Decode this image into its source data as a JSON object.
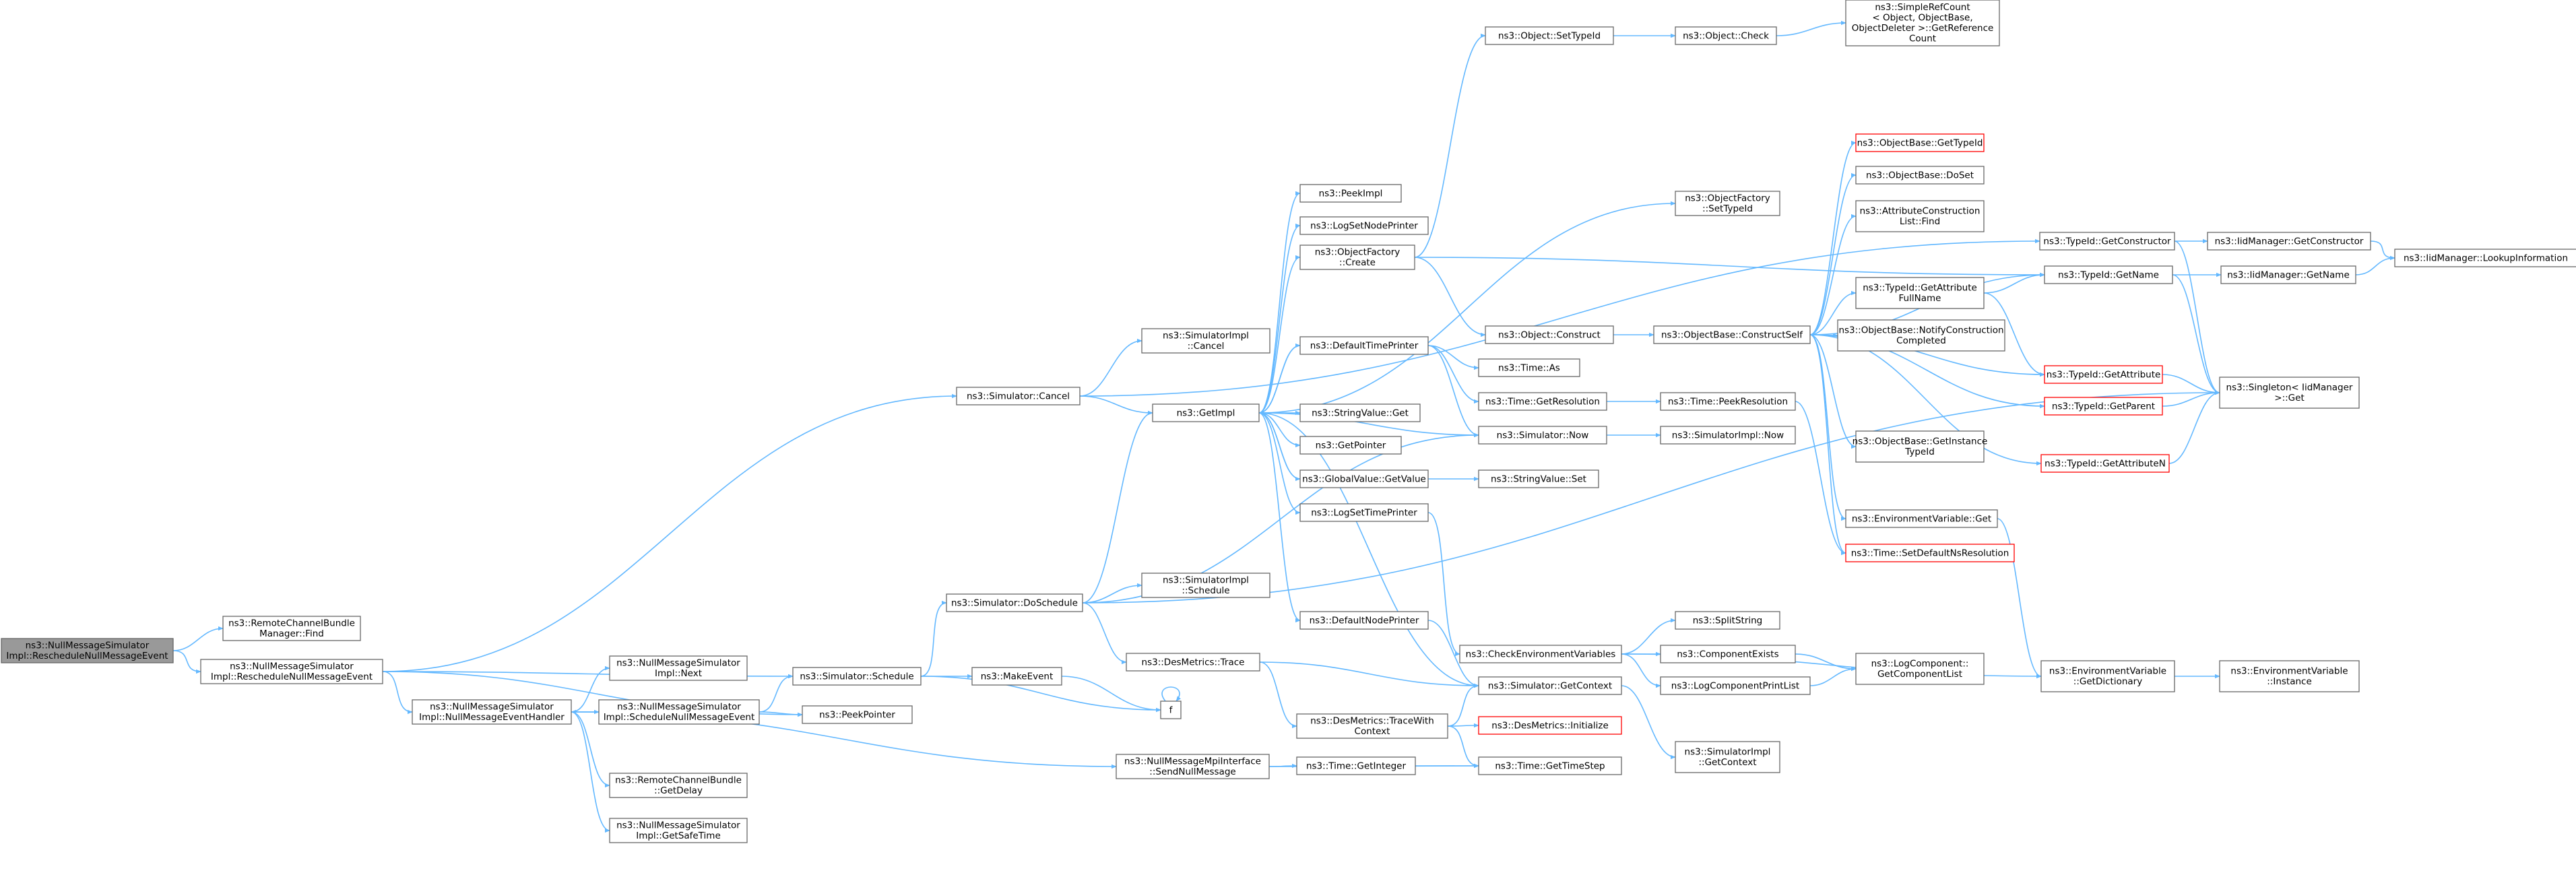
{
  "colors": {
    "edge": "#63b8ff",
    "node_border": "#666666",
    "node_fill": "#ffffff",
    "root_fill": "#999999",
    "root_border": "#666666",
    "truncated_border": "#ff0000",
    "text": "#000000"
  },
  "nodes": [
    {
      "id": "root",
      "lines": [
        "ns3::NullMessageSimulator",
        "Impl::RescheduleNullMessageEvent"
      ],
      "style": "root"
    },
    {
      "id": "rcb_find",
      "lines": [
        "ns3::RemoteChannelBundle",
        "Manager::Find"
      ],
      "style": "normal"
    },
    {
      "id": "resched",
      "lines": [
        "ns3::NullMessageSimulator",
        "Impl::RescheduleNullMessageEvent"
      ],
      "style": "normal"
    },
    {
      "id": "nmeh",
      "lines": [
        "ns3::NullMessageSimulator",
        "Impl::NullMessageEventHandler"
      ],
      "style": "normal"
    },
    {
      "id": "impl_next",
      "lines": [
        "ns3::NullMessageSimulator",
        "Impl::Next"
      ],
      "style": "normal"
    },
    {
      "id": "sched_nme",
      "lines": [
        "ns3::NullMessageSimulator",
        "Impl::ScheduleNullMessageEvent"
      ],
      "style": "normal"
    },
    {
      "id": "rcb_delay",
      "lines": [
        "ns3::RemoteChannelBundle",
        "::GetDelay"
      ],
      "style": "normal"
    },
    {
      "id": "safe_time",
      "lines": [
        "ns3::NullMessageSimulator",
        "Impl::GetSafeTime"
      ],
      "style": "normal"
    },
    {
      "id": "sim_cancel",
      "lines": [
        "ns3::Simulator::Cancel"
      ],
      "style": "normal"
    },
    {
      "id": "sim_doschedule",
      "lines": [
        "ns3::Simulator::DoSchedule"
      ],
      "style": "normal"
    },
    {
      "id": "sim_schedule",
      "lines": [
        "ns3::Simulator::Schedule"
      ],
      "style": "normal"
    },
    {
      "id": "peekpointer",
      "lines": [
        "ns3::PeekPointer"
      ],
      "style": "normal"
    },
    {
      "id": "simimpl_cancel",
      "lines": [
        "ns3::SimulatorImpl",
        "::Cancel"
      ],
      "style": "normal"
    },
    {
      "id": "getimpl",
      "lines": [
        "ns3::GetImpl"
      ],
      "style": "normal"
    },
    {
      "id": "simimpl_schedule",
      "lines": [
        "ns3::SimulatorImpl",
        "::Schedule"
      ],
      "style": "normal"
    },
    {
      "id": "desmetrics_trace",
      "lines": [
        "ns3::DesMetrics::Trace"
      ],
      "style": "normal"
    },
    {
      "id": "makeevent",
      "lines": [
        "ns3::MakeEvent"
      ],
      "style": "normal"
    },
    {
      "id": "f",
      "lines": [
        "f"
      ],
      "style": "normal"
    },
    {
      "id": "traceWithCtx",
      "lines": [
        "ns3::DesMetrics::TraceWith",
        "Context"
      ],
      "style": "normal"
    },
    {
      "id": "mpi_send",
      "lines": [
        "ns3::NullMessageMpiInterface",
        "::SendNullMessage"
      ],
      "style": "normal"
    },
    {
      "id": "peekimpl",
      "lines": [
        "ns3::PeekImpl"
      ],
      "style": "normal"
    },
    {
      "id": "lognodeprinter",
      "lines": [
        "ns3::LogSetNodePrinter"
      ],
      "style": "normal"
    },
    {
      "id": "of_create",
      "lines": [
        "ns3::ObjectFactory",
        "::Create"
      ],
      "style": "normal"
    },
    {
      "id": "defaulttimeprinter",
      "lines": [
        "ns3::DefaultTimePrinter"
      ],
      "style": "normal"
    },
    {
      "id": "stringvalue_get",
      "lines": [
        "ns3::StringValue::Get"
      ],
      "style": "normal"
    },
    {
      "id": "getpointer",
      "lines": [
        "ns3::GetPointer"
      ],
      "style": "normal"
    },
    {
      "id": "gv_getvalue",
      "lines": [
        "ns3::GlobalValue::GetValue"
      ],
      "style": "normal"
    },
    {
      "id": "logsettimeprinter",
      "lines": [
        "ns3::LogSetTimePrinter"
      ],
      "style": "normal"
    },
    {
      "id": "defaultnodeprinter",
      "lines": [
        "ns3::DefaultNodePrinter"
      ],
      "style": "normal"
    },
    {
      "id": "checkenv",
      "lines": [
        "ns3::CheckEnvironmentVariables"
      ],
      "style": "normal"
    },
    {
      "id": "sim_getcontext",
      "lines": [
        "ns3::Simulator::GetContext"
      ],
      "style": "normal"
    },
    {
      "id": "desmetrics_init",
      "lines": [
        "ns3::DesMetrics::Initialize"
      ],
      "style": "truncated"
    },
    {
      "id": "time_getinteger",
      "lines": [
        "ns3::Time::GetInteger"
      ],
      "style": "normal"
    },
    {
      "id": "time_gettimestep",
      "lines": [
        "ns3::Time::GetTimeStep"
      ],
      "style": "normal"
    },
    {
      "id": "obj_settypeid",
      "lines": [
        "ns3::Object::SetTypeId"
      ],
      "style": "normal"
    },
    {
      "id": "obj_check",
      "lines": [
        "ns3::Object::Check"
      ],
      "style": "normal"
    },
    {
      "id": "srcount",
      "lines": [
        "ns3::SimpleRefCount",
        "< Object, ObjectBase,",
        "ObjectDeleter >::GetReference",
        "Count"
      ],
      "style": "normal"
    },
    {
      "id": "of_settypeid",
      "lines": [
        "ns3::ObjectFactory",
        "::SetTypeId"
      ],
      "style": "normal"
    },
    {
      "id": "obj_construct",
      "lines": [
        "ns3::Object::Construct"
      ],
      "style": "normal"
    },
    {
      "id": "time_as",
      "lines": [
        "ns3::Time::As"
      ],
      "style": "normal"
    },
    {
      "id": "time_getres",
      "lines": [
        "ns3::Time::GetResolution"
      ],
      "style": "normal"
    },
    {
      "id": "sim_now",
      "lines": [
        "ns3::Simulator::Now"
      ],
      "style": "normal"
    },
    {
      "id": "stringvalue_set",
      "lines": [
        "ns3::StringValue::Set"
      ],
      "style": "normal"
    },
    {
      "id": "time_peekres",
      "lines": [
        "ns3::Time::PeekResolution"
      ],
      "style": "normal"
    },
    {
      "id": "simimpl_now",
      "lines": [
        "ns3::SimulatorImpl::Now"
      ],
      "style": "normal"
    },
    {
      "id": "splitstring",
      "lines": [
        "ns3::SplitString"
      ],
      "style": "normal"
    },
    {
      "id": "compexists",
      "lines": [
        "ns3::ComponentExists"
      ],
      "style": "normal"
    },
    {
      "id": "logcompprintlist",
      "lines": [
        "ns3::LogComponentPrintList"
      ],
      "style": "normal"
    },
    {
      "id": "logcomp_getlist",
      "lines": [
        "ns3::LogComponent::",
        "GetComponentList"
      ],
      "style": "normal"
    },
    {
      "id": "simimpl_getctx",
      "lines": [
        "ns3::SimulatorImpl",
        "::GetContext"
      ],
      "style": "normal"
    },
    {
      "id": "ob_constructself",
      "lines": [
        "ns3::ObjectBase::ConstructSelf"
      ],
      "style": "normal"
    },
    {
      "id": "ob_gettypeid",
      "lines": [
        "ns3::ObjectBase::GetTypeId"
      ],
      "style": "truncated"
    },
    {
      "id": "ob_doset",
      "lines": [
        "ns3::ObjectBase::DoSet"
      ],
      "style": "normal"
    },
    {
      "id": "acl_find",
      "lines": [
        "ns3::AttributeConstruction",
        "List::Find"
      ],
      "style": "normal"
    },
    {
      "id": "tid_getattrfull",
      "lines": [
        "ns3::TypeId::GetAttribute",
        "FullName"
      ],
      "style": "normal"
    },
    {
      "id": "ob_notify",
      "lines": [
        "ns3::ObjectBase::NotifyConstruction",
        "Completed"
      ],
      "style": "normal"
    },
    {
      "id": "ob_getinstance",
      "lines": [
        "ns3::ObjectBase::GetInstance",
        "TypeId"
      ],
      "style": "normal"
    },
    {
      "id": "envvar_get",
      "lines": [
        "ns3::EnvironmentVariable::Get"
      ],
      "style": "normal"
    },
    {
      "id": "time_setdefault",
      "lines": [
        "ns3::Time::SetDefaultNsResolution"
      ],
      "style": "truncated"
    },
    {
      "id": "tid_getconstructor",
      "lines": [
        "ns3::TypeId::GetConstructor"
      ],
      "style": "normal"
    },
    {
      "id": "tid_getname",
      "lines": [
        "ns3::TypeId::GetName"
      ],
      "style": "normal"
    },
    {
      "id": "tid_getattribute",
      "lines": [
        "ns3::TypeId::GetAttribute"
      ],
      "style": "truncated"
    },
    {
      "id": "tid_getparent",
      "lines": [
        "ns3::TypeId::GetParent"
      ],
      "style": "truncated"
    },
    {
      "id": "tid_getattributen",
      "lines": [
        "ns3::TypeId::GetAttributeN"
      ],
      "style": "truncated"
    },
    {
      "id": "envvar_getdict",
      "lines": [
        "ns3::EnvironmentVariable",
        "::GetDictionary"
      ],
      "style": "normal"
    },
    {
      "id": "iidm_getconstructor",
      "lines": [
        "ns3::IidManager::GetConstructor"
      ],
      "style": "normal"
    },
    {
      "id": "iidm_getname",
      "lines": [
        "ns3::IidManager::GetName"
      ],
      "style": "normal"
    },
    {
      "id": "singleton_get",
      "lines": [
        "ns3::Singleton< IidManager",
        " >::Get"
      ],
      "style": "normal"
    },
    {
      "id": "envvar_instance",
      "lines": [
        "ns3::EnvironmentVariable",
        "::Instance"
      ],
      "style": "normal"
    },
    {
      "id": "iidm_lookup",
      "lines": [
        "ns3::IidManager::LookupInformation"
      ],
      "style": "normal"
    }
  ]
}
